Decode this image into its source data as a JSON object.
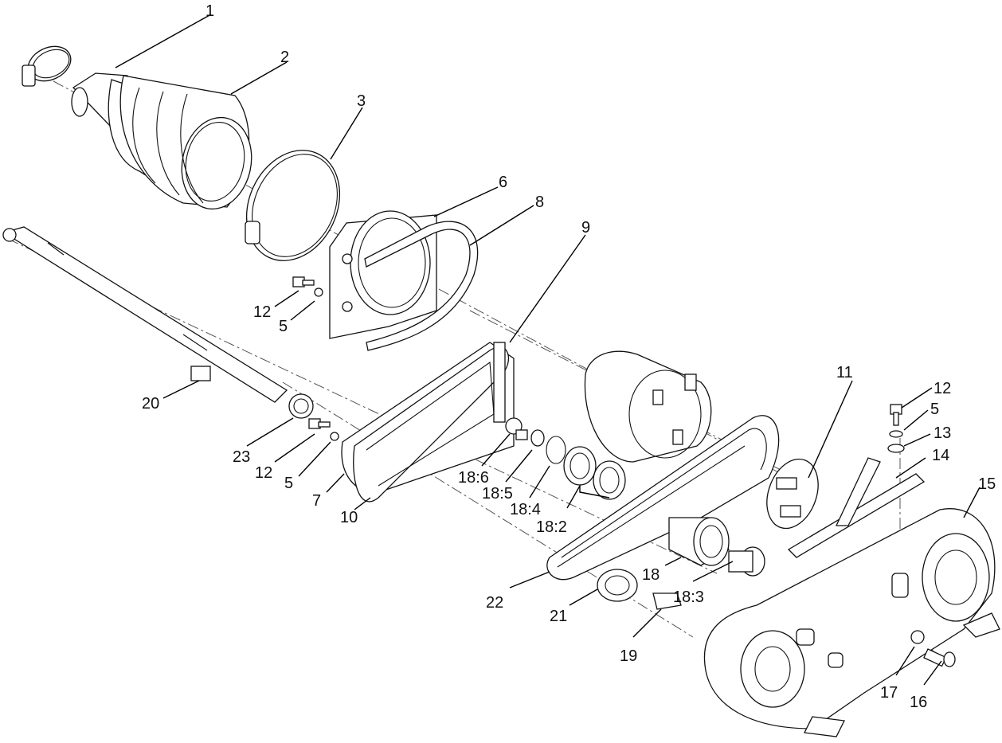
{
  "callouts": {
    "c1": "1",
    "c2": "2",
    "c3": "3",
    "c6": "6",
    "c8": "8",
    "c9": "9",
    "c12a": "12",
    "c5a": "5",
    "c20": "20",
    "c23": "23",
    "c12b": "12",
    "c5b": "5",
    "c7": "7",
    "c10": "10",
    "c18_6": "18:6",
    "c18_5": "18:5",
    "c18_4": "18:4",
    "c18_2": "18:2",
    "c11": "11",
    "c12c": "12",
    "c5c": "5",
    "c13": "13",
    "c14": "14",
    "c15": "15",
    "c22": "22",
    "c18": "18",
    "c18_3": "18:3",
    "c21": "21",
    "c19": "19",
    "c17": "17",
    "c16": "16"
  },
  "colors": {
    "line": "#111111",
    "stipple": "#dcdcdc",
    "background": "#ffffff"
  }
}
